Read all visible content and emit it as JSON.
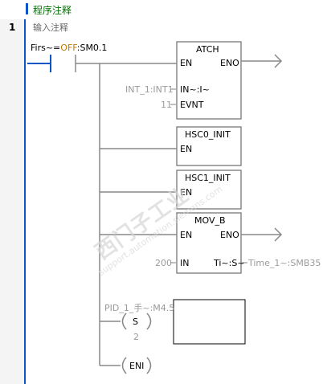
{
  "window": {
    "title": "程序注释"
  },
  "network": {
    "number": "1",
    "comment": "输入注释",
    "contact": {
      "prefix": "Firs~=",
      "state": "OFF",
      "address": ":SM0.1"
    }
  },
  "blocks": {
    "atch": {
      "name": "ATCH",
      "en": "EN",
      "eno": "ENO",
      "in1_label": "IN~:I~",
      "in2_label": "EVNT",
      "in1_value": "INT_1:INT1",
      "in2_value": "11"
    },
    "hsc0": {
      "name": "HSC0_INIT",
      "en": "EN"
    },
    "hsc1": {
      "name": "HSC1_INIT",
      "en": "EN"
    },
    "mov": {
      "name": "MOV_B",
      "en": "EN",
      "eno": "ENO",
      "in_label": "IN",
      "out_label": "Ti~:S~",
      "in_value": "200",
      "out_value": "Time_1~:SMB35"
    },
    "set_coil": {
      "label": "PID_1_手~:M4.5",
      "type": "S",
      "count": "2"
    },
    "eni_coil": {
      "label": "ENI"
    }
  },
  "watermark": {
    "line1": "西门子工业",
    "line2": "support.automation.siemens.com"
  }
}
